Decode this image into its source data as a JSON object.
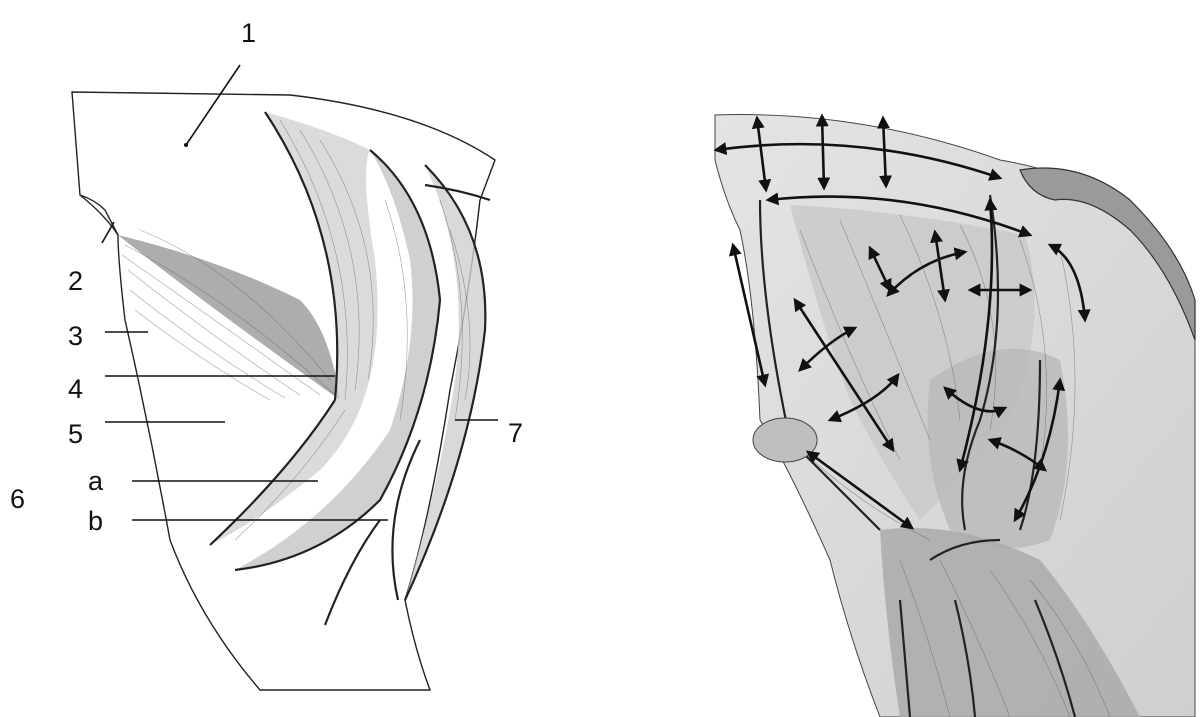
{
  "labels": {
    "l1": "1",
    "l2": "2",
    "l3": "3",
    "l4": "4",
    "l5": "5",
    "l6": "6",
    "l7": "7",
    "la": "a",
    "lb": "b"
  }
}
